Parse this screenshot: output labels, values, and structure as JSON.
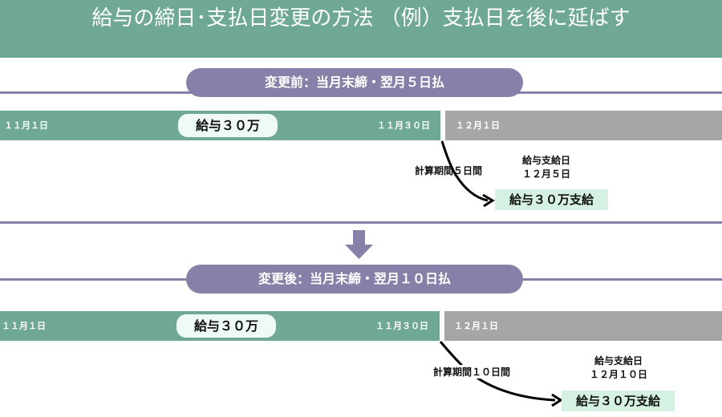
{
  "title": "給与の締日･支払日変更の方法 （例）支払日を後に延ばす",
  "before": {
    "label": "変更前：当月末締・翌月５日払",
    "start": "１１月１日",
    "salary": "給与３０万",
    "end": "１１月３０日",
    "next": "１２月１日",
    "period": "計算期間５日間",
    "pay_label": "給与支給日",
    "pay_date": "１２月５日",
    "payment": "給与３０万支給"
  },
  "after": {
    "label": "変更後：当月末締・翌月１０日払",
    "start": "１１月１日",
    "salary": "給与３０万",
    "end": "１１月３０日",
    "next": "１２月１日",
    "period": "計算期間１０日間",
    "pay_label": "給与支給日",
    "pay_date": "１２月１０日",
    "payment": "給与３０万支給"
  },
  "colors": {
    "green": "#6fa993",
    "purple": "#8880a8",
    "gray": "#a6a6a6",
    "light_green": "#d4f1e1"
  }
}
